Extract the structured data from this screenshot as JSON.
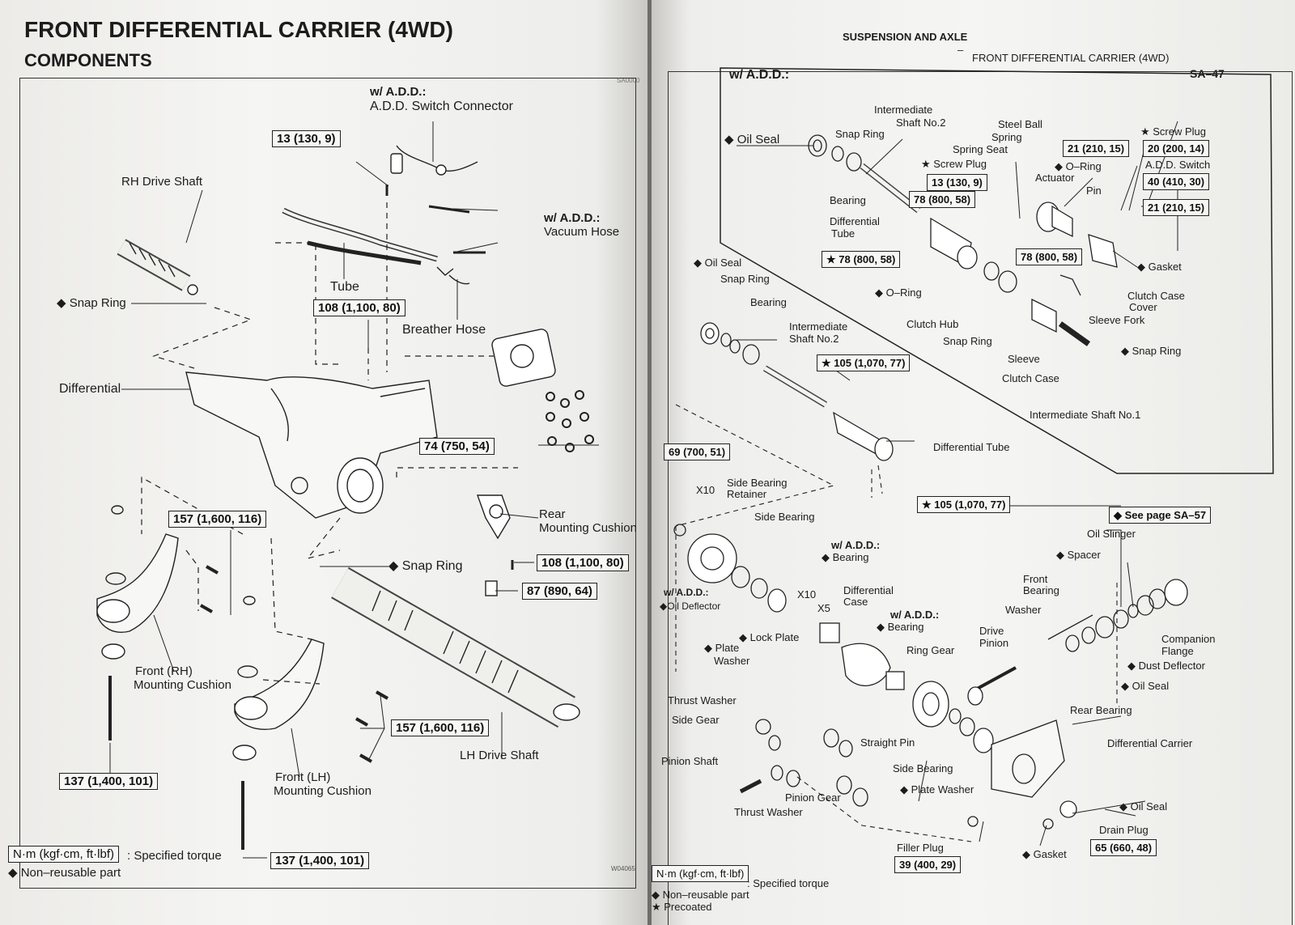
{
  "left": {
    "title": "FRONT DIFFERENTIAL CARRIER (4WD)",
    "subtitle": "COMPONENTS",
    "corner_code": "SA0000",
    "add_heading": "w/ A.D.D.:",
    "add_switch_connector": "A.D.D. Switch Connector",
    "torque_13": "13 (130, 9)",
    "rh_drive_shaft": "RH Drive Shaft",
    "vacuum_hose_prefix": "w/ A.D.D.:",
    "vacuum_hose": "Vacuum Hose",
    "snap_ring": "◆ Snap Ring",
    "tube": "Tube",
    "torque_108a": "108 (1,100, 80)",
    "breather_hose": "Breather Hose",
    "differential": "Differential",
    "torque_74": "74 (750, 54)",
    "torque_157a": "157 (1,600, 116)",
    "rear_mount_1": "Rear",
    "rear_mount_2": "Mounting Cushion",
    "snap_ring_2": "◆ Snap Ring",
    "torque_108b": "108 (1,100, 80)",
    "torque_87": "87 (890, 64)",
    "front_rh_1": "Front (RH)",
    "front_rh_2": "Mounting Cushion",
    "torque_157b": "157 (1,600, 116)",
    "lh_drive_shaft": "LH Drive Shaft",
    "torque_137a": "137 (1,400, 101)",
    "front_lh_1": "Front (LH)",
    "front_lh_2": "Mounting Cushion",
    "legend_unit": "N·m (kgf·cm, ft·lbf)",
    "legend_spec": ": Specified torque",
    "legend_nonreuse": "◆ Non–reusable part",
    "torque_137b": "137 (1,400, 101)",
    "figure_code": "W04065"
  },
  "right": {
    "header_section": "SUSPENSION AND AXLE",
    "header_dash": "–",
    "header_topic": "FRONT DIFFERENTIAL CARRIER (4WD)",
    "page_number": "SA–47",
    "add_heading": "w/ A.D.D.:",
    "oil_seal_1": "◆ Oil Seal",
    "intermediate_shaft_2a_1": "Intermediate",
    "intermediate_shaft_2a_2": "Shaft No.2",
    "snap_ring_1": "Snap Ring",
    "steel_ball": "Steel Ball",
    "spring": "Spring",
    "spring_seat": "Spring Seat",
    "screw_plug_1": "★ Screw Plug",
    "screw_plug_2": "★ Screw Plug",
    "torque_21a": "21 (210, 15)",
    "torque_20": "20 (200, 14)",
    "oring_1": "◆ O–Ring",
    "add_switch": "A.D.D. Switch",
    "torque_40": "40 (410, 30)",
    "actuator": "Actuator",
    "pin": "Pin",
    "torque_13": "13 (130, 9)",
    "torque_21b": "21 (210, 15)",
    "torque_78a": "78 (800, 58)",
    "bearing_1": "Bearing",
    "diff_tube_1": "Differential",
    "diff_tube_2": "Tube",
    "torque_78b": "★ 78 (800, 58)",
    "torque_78c": "78 (800, 58)",
    "gasket_1": "◆ Gasket",
    "oil_seal_2": "◆ Oil Seal",
    "snap_ring_2": "Snap Ring",
    "oring_2": "◆ O–Ring",
    "clutch_case_cover_1": "Clutch Case",
    "clutch_case_cover_2": "Cover",
    "bearing_2": "Bearing",
    "sleeve_fork": "Sleeve Fork",
    "clutch_hub": "Clutch Hub",
    "snap_ring_3": "Snap Ring",
    "snap_ring_4": "◆ Snap Ring",
    "intermediate_shaft_2b_1": "Intermediate",
    "intermediate_shaft_2b_2": "Shaft No.2",
    "torque_105a": "★ 105 (1,070, 77)",
    "sleeve": "Sleeve",
    "clutch_case": "Clutch Case",
    "intermediate_shaft_1": "Intermediate Shaft No.1",
    "differential_tube": "Differential Tube",
    "torque_69": "69 (700, 51)",
    "x10a": "X10",
    "side_bearing_retainer_1": "Side Bearing",
    "side_bearing_retainer_2": "Retainer",
    "torque_105b": "★ 105 (1,070, 77)",
    "see_page": "◆ See page SA–57",
    "side_bearing_1": "Side Bearing",
    "add_bearing_1": "w/ A.D.D.:",
    "add_bearing_2": "◆ Bearing",
    "oil_slinger": "Oil Slinger",
    "spacer": "◆ Spacer",
    "add_oil_deflector_1": "w/ A.D.D.:",
    "add_oil_deflector_2": "◆Oil Deflector",
    "x10b": "X10",
    "x5": "X5",
    "differential_case_1": "Differential",
    "differential_case_2": "Case",
    "front_bearing_1": "Front",
    "front_bearing_2": "Bearing",
    "washer": "Washer",
    "lock_plate": "◆ Lock Plate",
    "add_bearing_3": "w/ A.D.D.:",
    "add_bearing_4": "◆ Bearing",
    "companion_flange_1": "Companion",
    "companion_flange_2": "Flange",
    "plate_washer_1": "◆ Plate",
    "plate_washer_2": "Washer",
    "drive_pinion_1": "Drive",
    "drive_pinion_2": "Pinion",
    "ring_gear": "Ring Gear",
    "dust_deflector": "◆ Dust Deflector",
    "oil_seal_3": "◆ Oil Seal",
    "thrust_washer_1": "Thrust Washer",
    "side_gear": "Side Gear",
    "rear_bearing": "Rear Bearing",
    "straight_pin": "Straight Pin",
    "differential_carrier": "Differential Carrier",
    "pinion_shaft": "Pinion Shaft",
    "side_bearing_2": "Side Bearing",
    "pinion_gear": "Pinion Gear",
    "plate_washer_3": "◆ Plate Washer",
    "thrust_washer_2": "Thrust Washer",
    "oil_seal_4": "◆ Oil Seal",
    "filler_plug": "Filler Plug",
    "drain_plug": "Drain Plug",
    "torque_39": "39 (400, 29)",
    "torque_65": "65 (660, 48)",
    "gasket_2": "◆ Gasket",
    "legend_unit": "N·m (kgf·cm, ft·lbf)",
    "legend_spec": ": Specified torque",
    "legend_nonreuse": "◆ Non–reusable part",
    "legend_precoated": "★ Precoated"
  }
}
